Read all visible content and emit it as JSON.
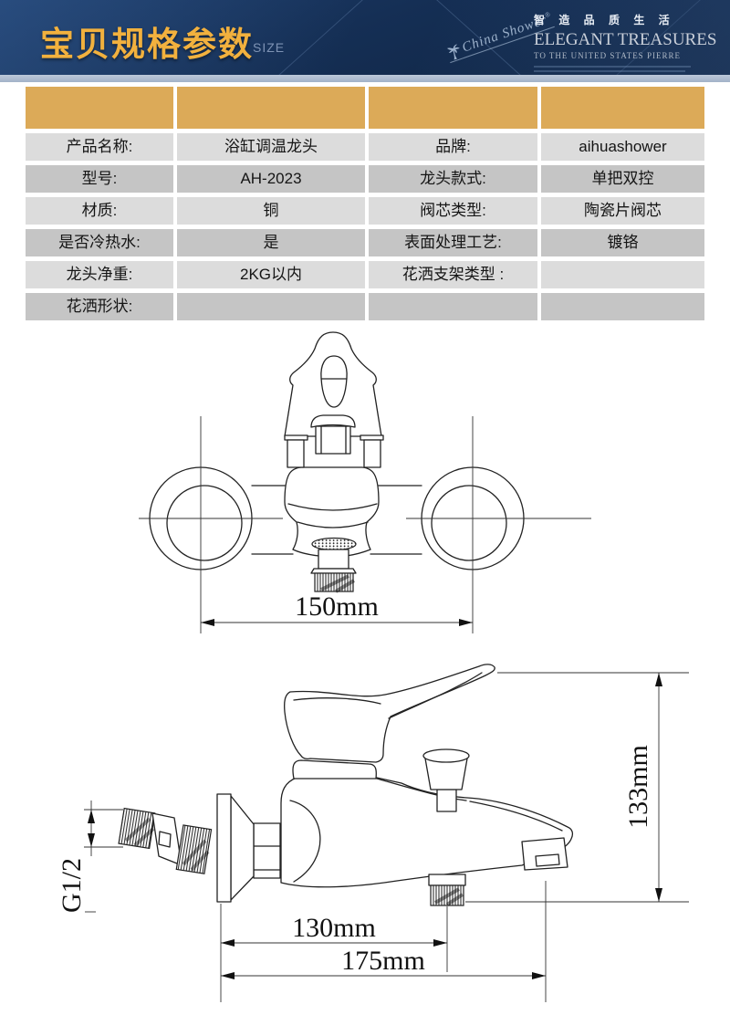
{
  "header": {
    "title": "宝贝规格参数",
    "subtitle": "SIZE",
    "brand_script": "China Shower",
    "registered_mark": "®",
    "slogan_cn": "智 造 品 质 生 活",
    "slogan_en": "ELEGANT TREASURES",
    "slogan_sub": "TO THE UNITED STATES PIERRE"
  },
  "spec_table": {
    "rows": [
      {
        "c1": "产品名称:",
        "c2": "浴缸调温龙头",
        "c3": "品牌:",
        "c4": "aihuashower"
      },
      {
        "c1": "型号:",
        "c2": "AH-2023",
        "c3": "龙头款式:",
        "c4": "单把双控"
      },
      {
        "c1": "材质:",
        "c2": "铜",
        "c3": "阀芯类型:",
        "c4": "陶瓷片阀芯"
      },
      {
        "c1": "是否冷热水:",
        "c2": "是",
        "c3": "表面处理工艺:",
        "c4": "镀铬"
      },
      {
        "c1": "龙头净重:",
        "c2": "2KG以内",
        "c3": "花洒支架类型 :",
        "c4": ""
      },
      {
        "c1": "花洒形状:",
        "c2": "",
        "c3": "",
        "c4": ""
      }
    ]
  },
  "drawings": {
    "front_view": {
      "width_label": "150mm"
    },
    "side_view": {
      "wall_to_valve_label": "130mm",
      "total_depth_label": "175mm",
      "height_label": "133mm",
      "thread_label": "G1/2"
    }
  },
  "colors": {
    "header_bg": "#132c4e",
    "title_gold": "#f2b13e",
    "divider_strip": "#aebccf",
    "table_header_gold": "#dcaa58",
    "row_light": "#dcdcdc",
    "row_dark": "#c5c5c5",
    "line_color": "#222222"
  }
}
